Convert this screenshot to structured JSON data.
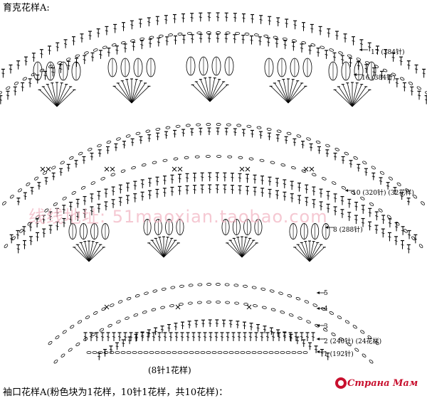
{
  "title_top": "育克花样A:",
  "title_bottom": "袖口花样A(粉色块为1花样，10针1花样，共10花样)：",
  "watermark": "线线地址: 51maoxian.taobao.com",
  "repeat_label": "(8针1花样)",
  "logo": "Страна Мам",
  "colors": {
    "ink": "#000000",
    "watermark": "#f2b6c4",
    "logo": "#c8102e"
  },
  "rows": [
    {
      "id": "r17",
      "text": "17 (384针)"
    },
    {
      "id": "r16",
      "text": "16 (384针)"
    },
    {
      "id": "r10",
      "text": "10 (320针) (32花样)"
    },
    {
      "id": "r8",
      "text": "8 (288针)"
    },
    {
      "id": "r5",
      "text": "5"
    },
    {
      "id": "r4",
      "text": "4"
    },
    {
      "id": "r3",
      "text": "3"
    },
    {
      "id": "r2",
      "text": "2 (240针)  (24花样)"
    },
    {
      "id": "r1",
      "text": "1 (192针)"
    }
  ]
}
